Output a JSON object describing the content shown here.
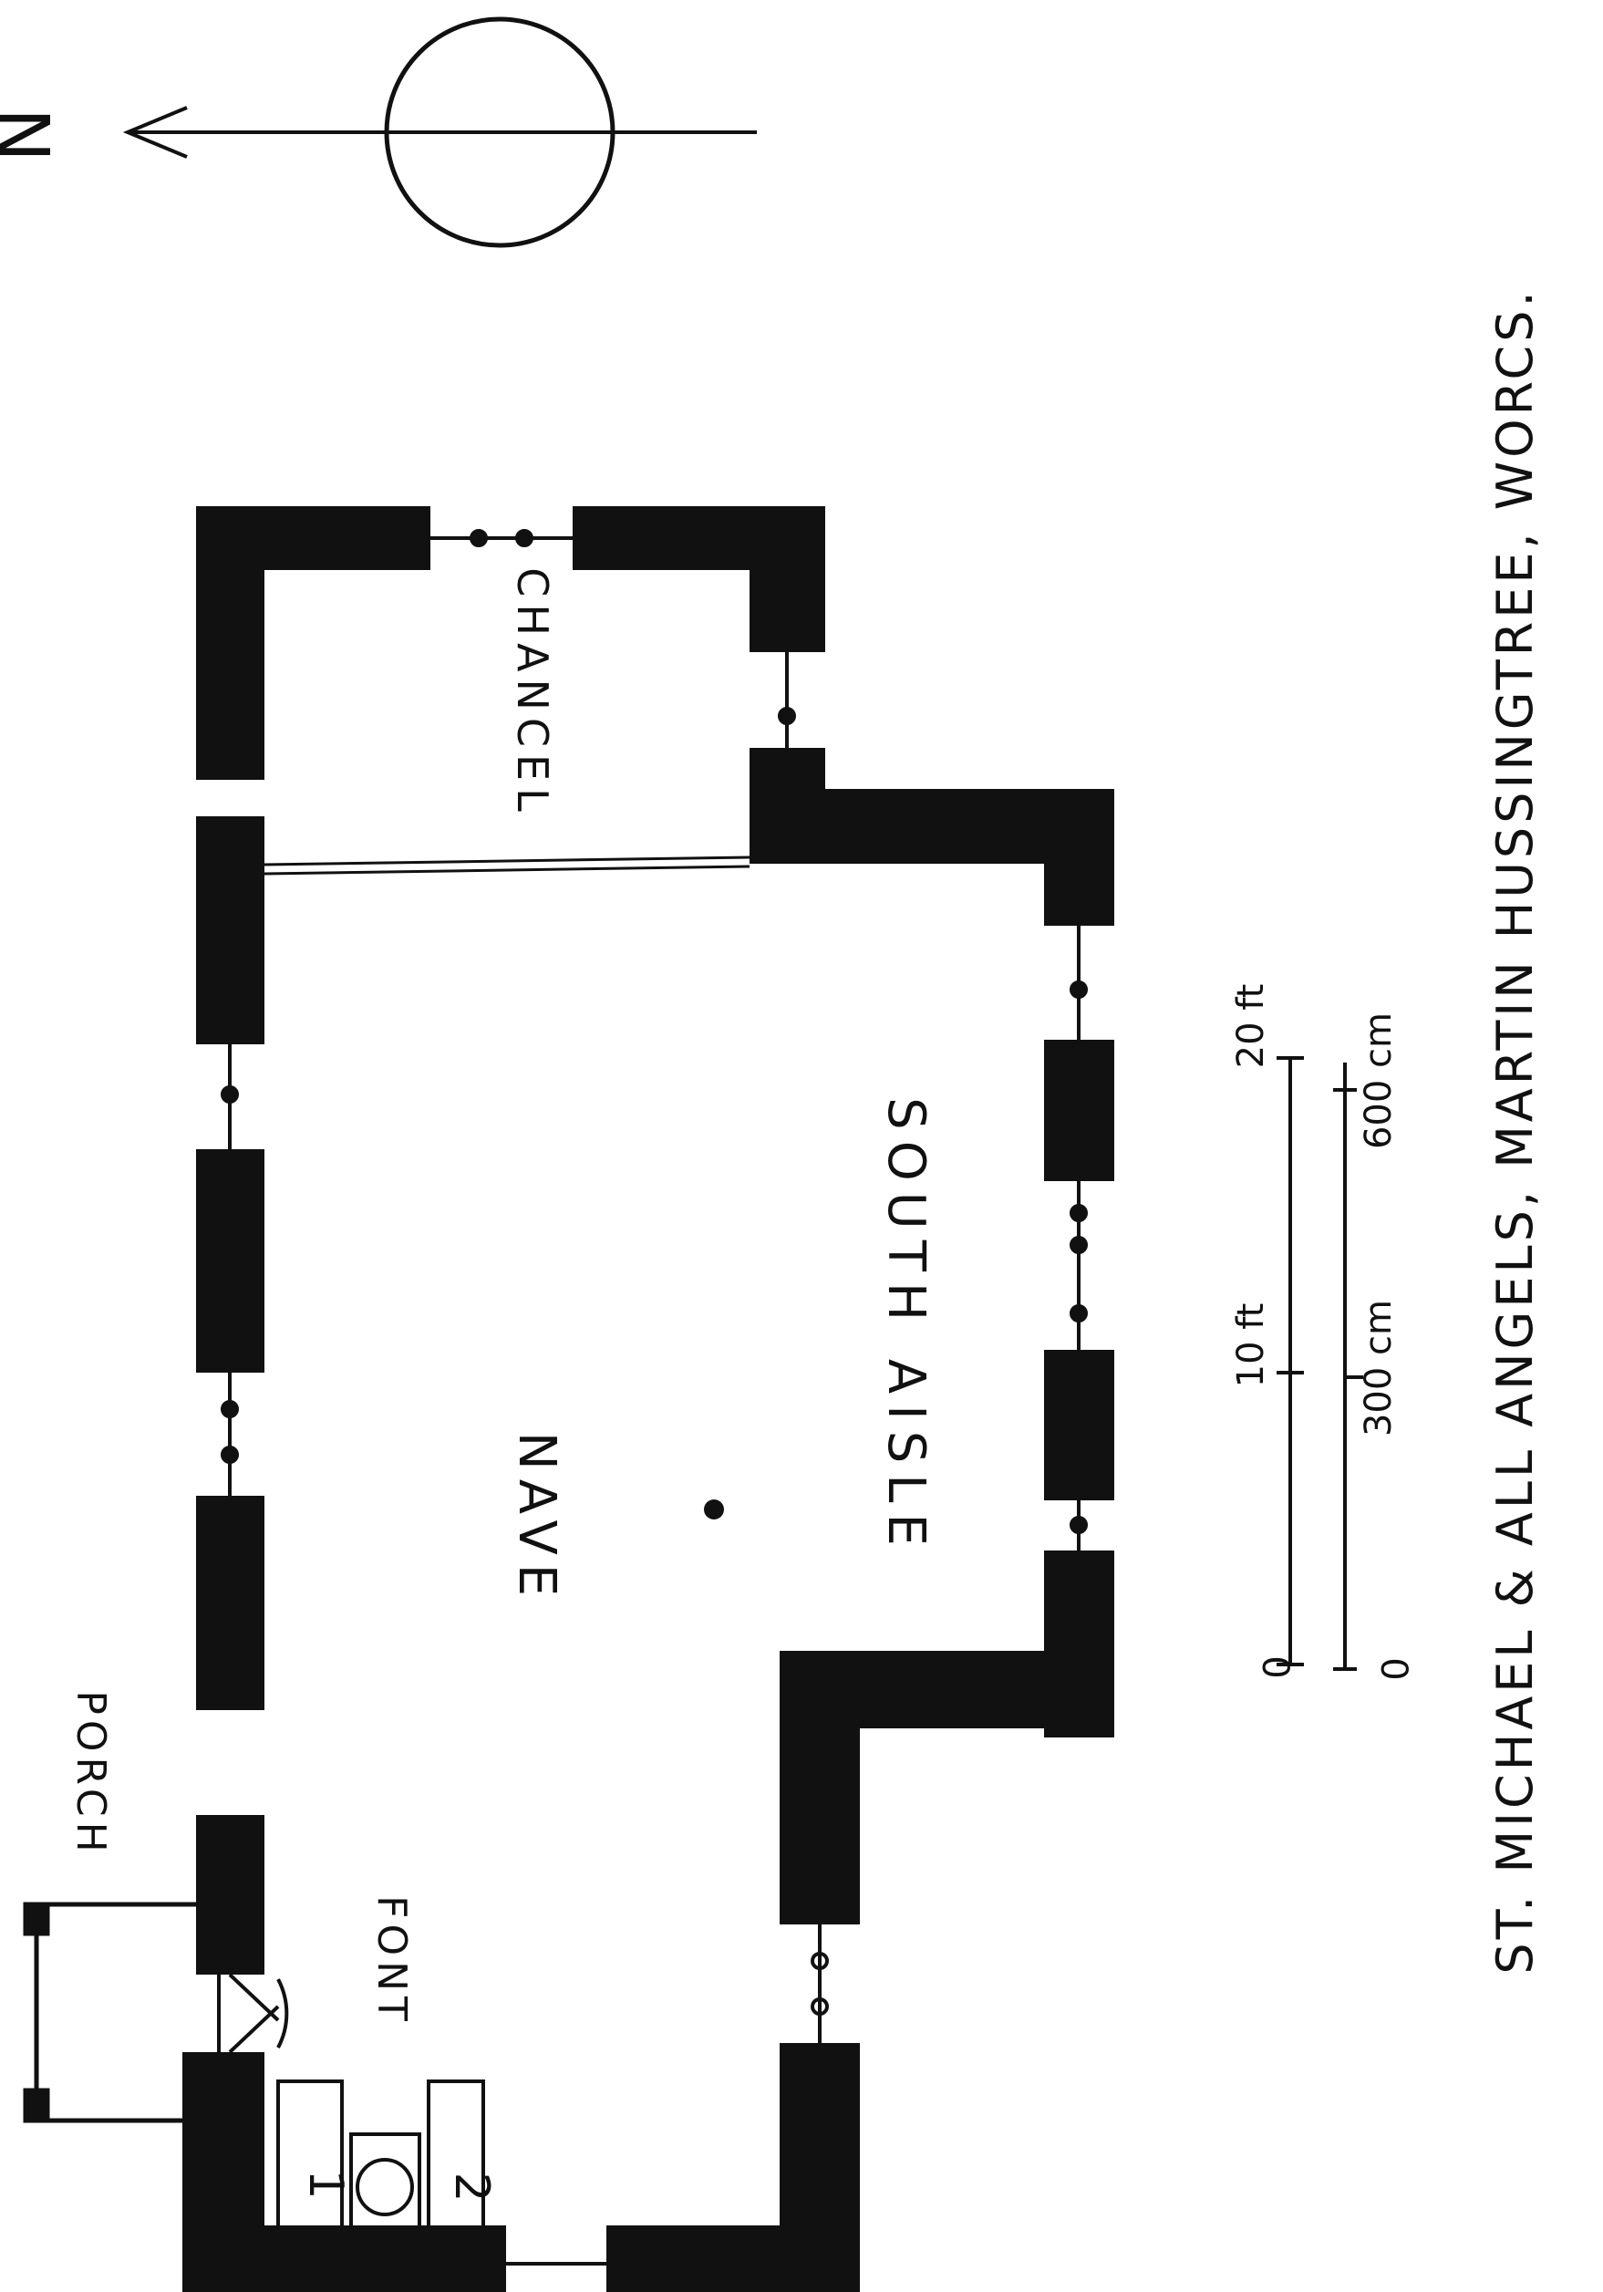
{
  "title": "ST. MICHAEL & ALL ANGELS, MARTIN HUSSINGTREE, WORCS.",
  "compass": {
    "north_label": "N"
  },
  "rooms": {
    "chancel": "CHANCEL",
    "nave": "NAVE",
    "south_aisle": "SOUTH AISLE",
    "porch": "PORCH",
    "font": "FONT"
  },
  "font_steps": {
    "upper": "1",
    "lower": "2"
  },
  "scale": {
    "feet": {
      "zero": "0",
      "mid": "10 ft",
      "end": "20 ft"
    },
    "metric": {
      "zero": "0",
      "mid": "300 cm",
      "end": "600 cm"
    }
  },
  "colors": {
    "ink": "#111111",
    "paper": "#ffffff"
  }
}
